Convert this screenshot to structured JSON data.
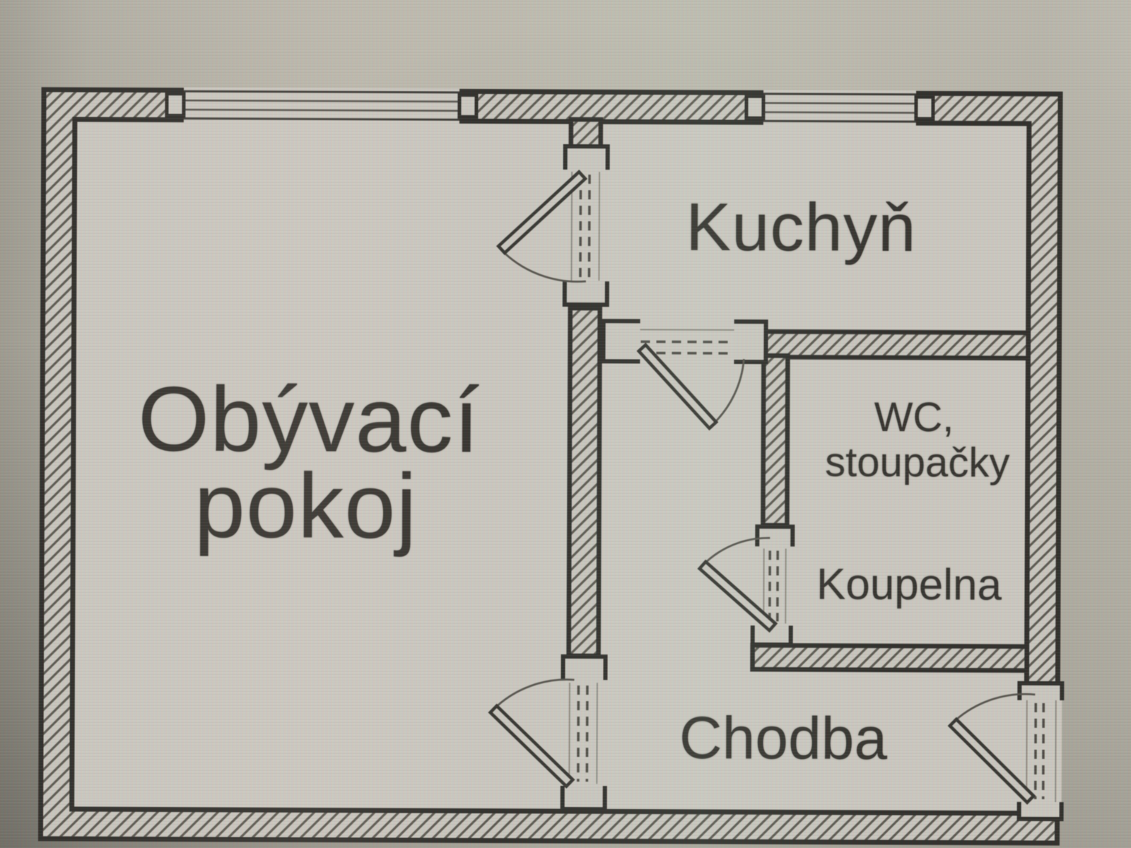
{
  "floor_plan": {
    "rooms": {
      "living_room": {
        "label_line1": "Obývací",
        "label_line2": "pokoj"
      },
      "kitchen": {
        "label": "Kuchyň"
      },
      "wc": {
        "label_line1": "WC,",
        "label_line2": "stoupačky"
      },
      "bathroom": {
        "label": "Koupelna"
      },
      "hallway": {
        "label": "Chodba"
      }
    }
  },
  "style": {
    "ink": "#2e2d28",
    "hatch_line": "#5b584e",
    "floor": "#cac7bd",
    "background": "#b6b3a6",
    "text_color": "#34322c"
  }
}
